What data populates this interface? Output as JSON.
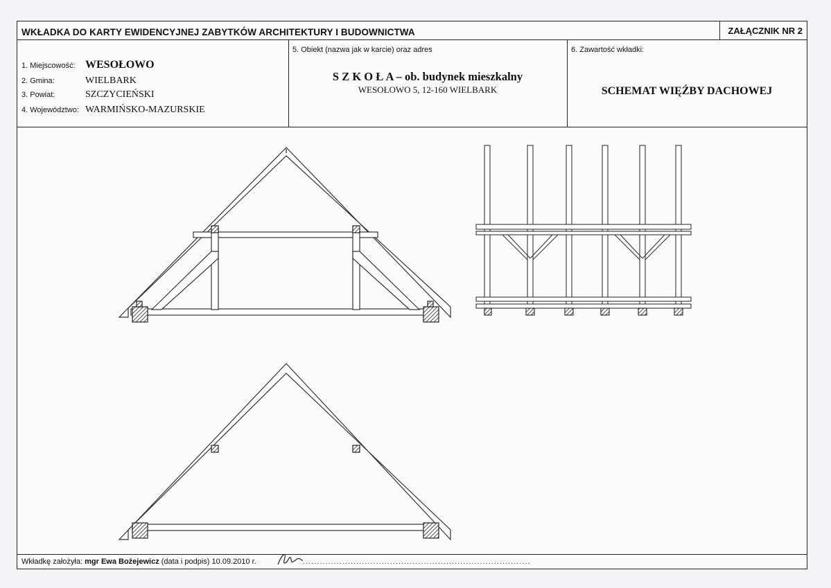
{
  "header": {
    "title": "WKŁADKA DO KARTY EWIDENCYJNEJ ZABYTKÓW ARCHITEKTURY I BUDOWNICTWA",
    "annex": "ZAŁĄCZNIK NR 2"
  },
  "location": {
    "locality_label": "1. Miejscowość:",
    "locality": "WESOŁOWO",
    "commune_label": "2. Gmina:",
    "commune": "WIELBARK",
    "county_label": "3. Powiat:",
    "county": "SZCZYCIEŃSKI",
    "voivodeship_label": "4. Województwo:",
    "voivodeship": "WARMIŃSKO-MAZURSKIE"
  },
  "object": {
    "label": "5. Obiekt (nazwa jak w karcie) oraz adres",
    "name": "S Z K O Ł A – ob. budynek mieszkalny",
    "address": "WESOŁOWO 5, 12-160 WIELBARK"
  },
  "contents": {
    "label": "6. Zawartość wkładki:",
    "title": "SCHEMAT WIĘŹBY DACHOWEJ"
  },
  "footer": {
    "prefix": "Wkładkę założyła:",
    "author": "mgr Ewa Bożejewicz",
    "suffix": "(data i podpis)",
    "date": "10.09.2010 r."
  }
}
